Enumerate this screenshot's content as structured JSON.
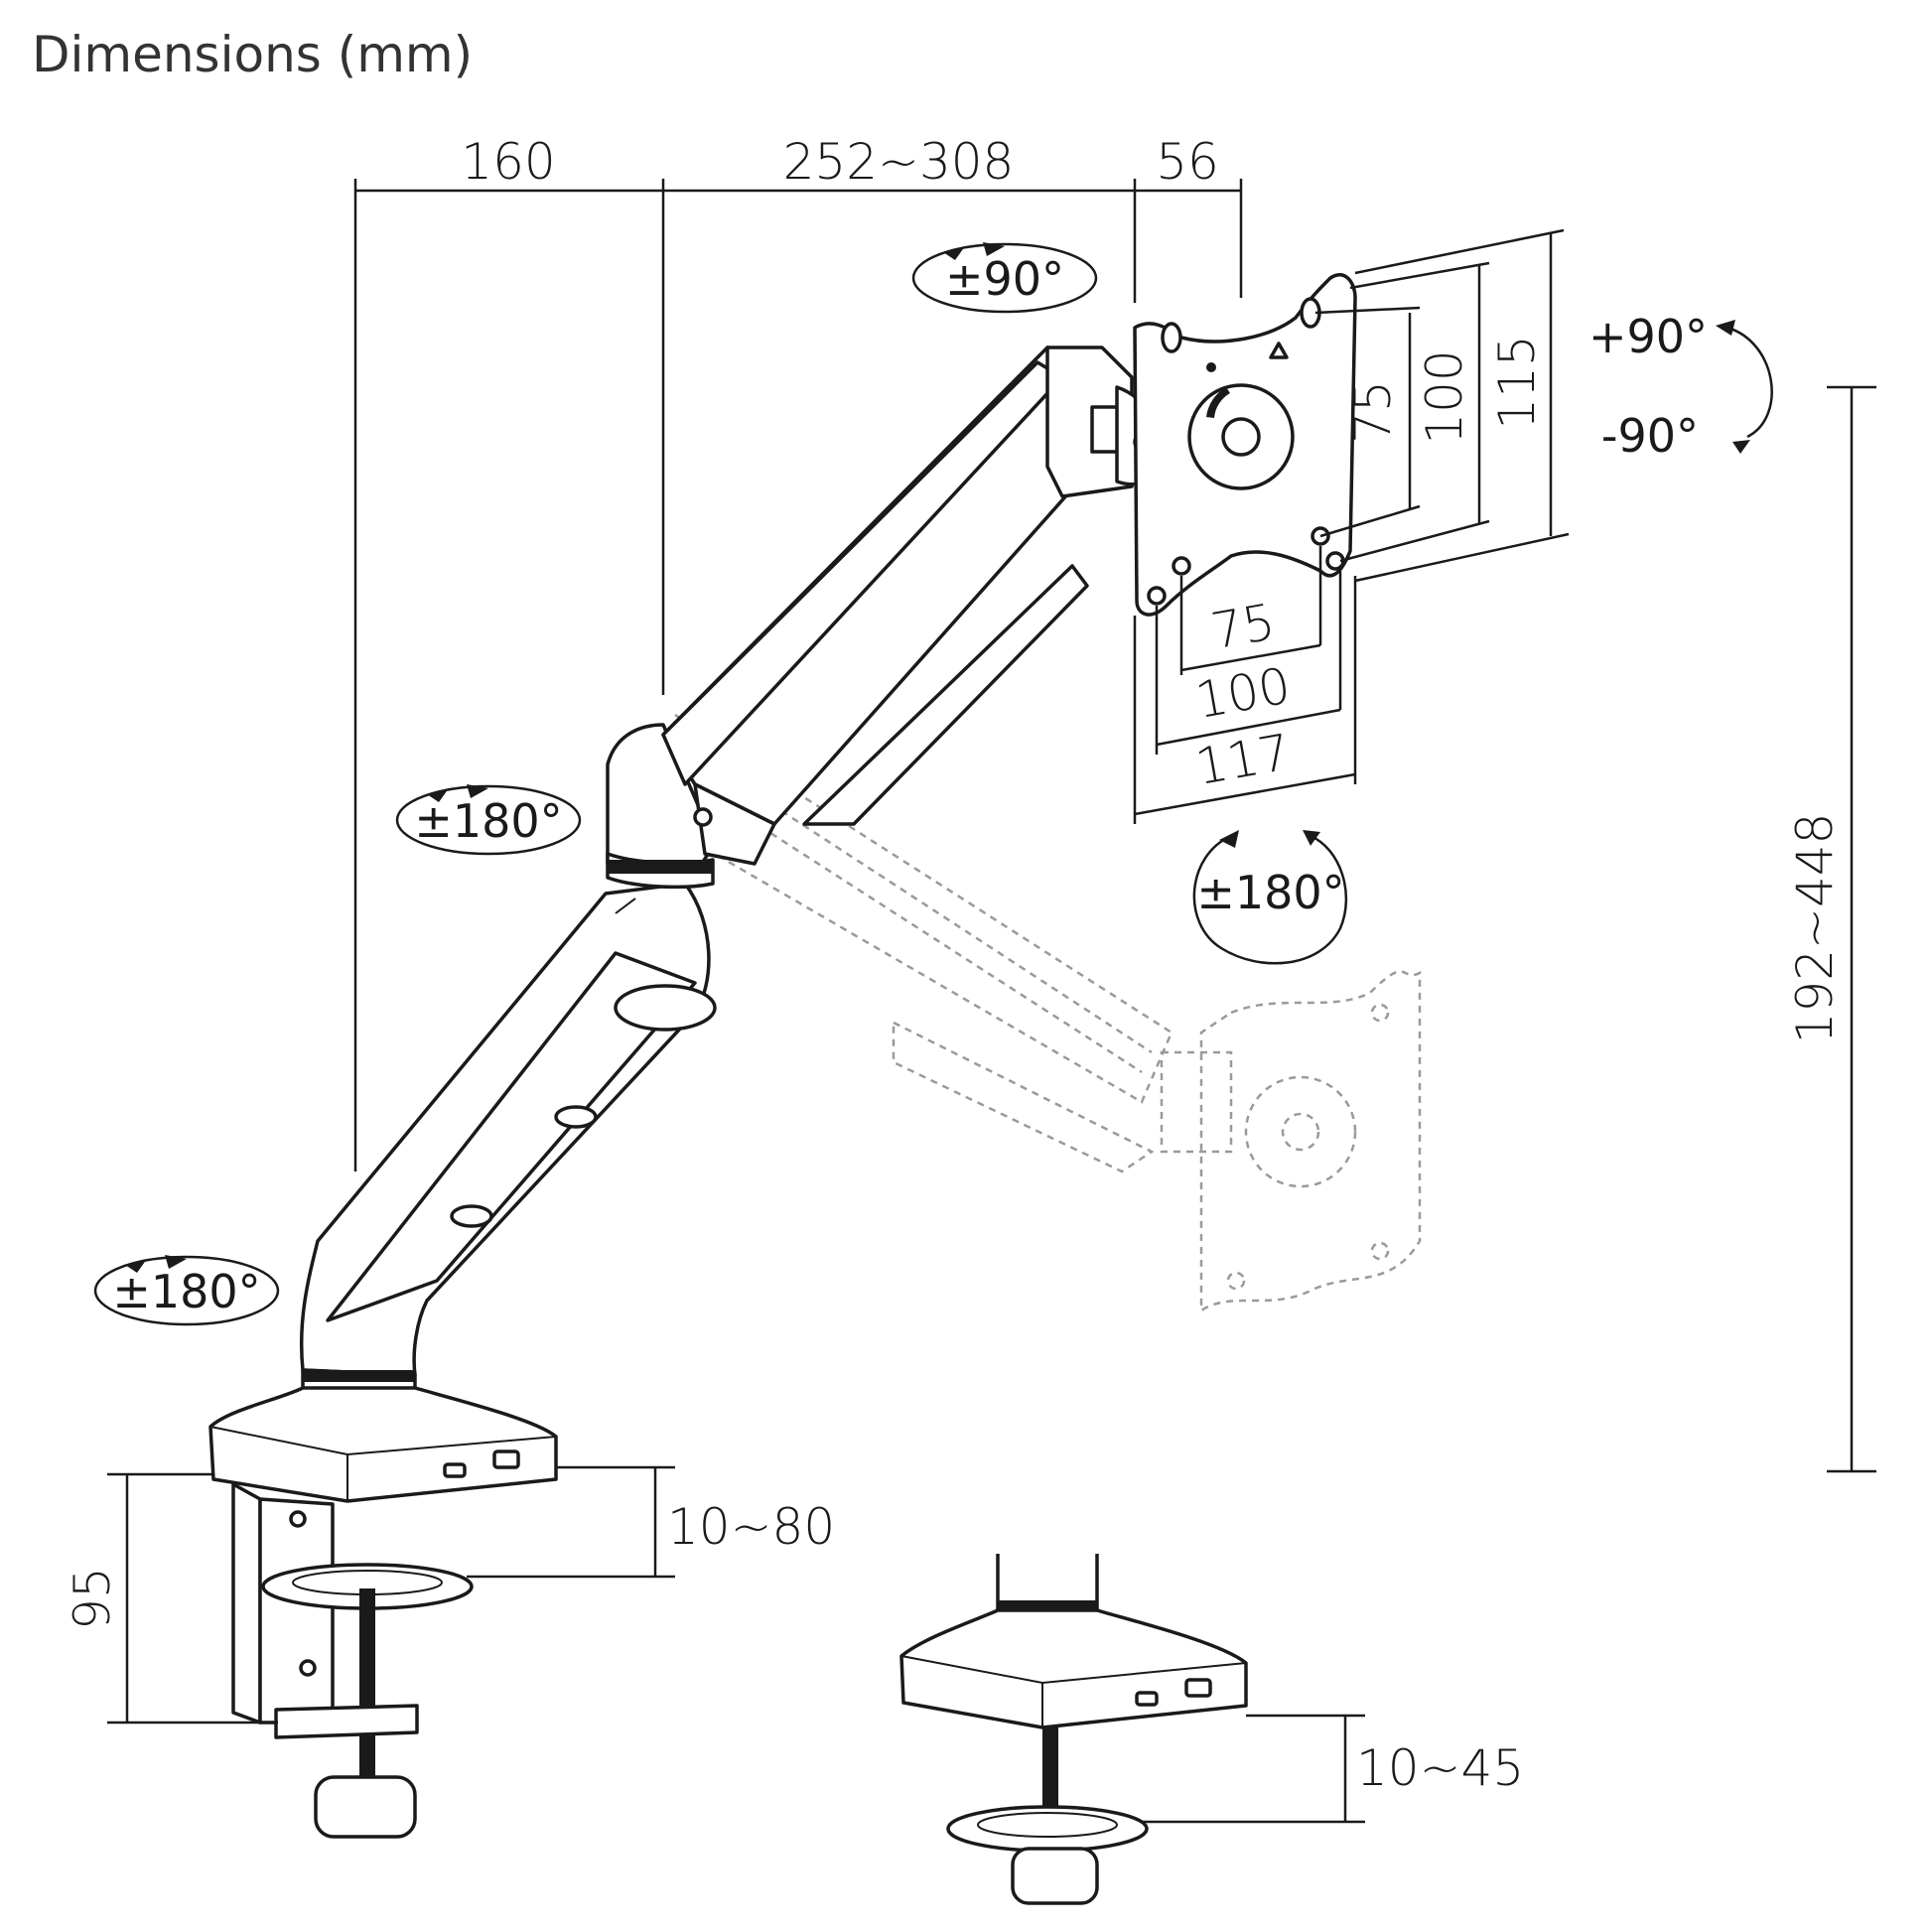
{
  "title": "Dimensions (mm)",
  "dimensions": {
    "arm1_reach": "160",
    "arm2_reach": "252~308",
    "head_depth": "56",
    "vesa_h_75": "75",
    "vesa_h_100": "100",
    "plate_h_117": "117",
    "vesa_v_75": "75",
    "vesa_v_100": "100",
    "plate_v_115": "115",
    "height_range": "192~448",
    "clamp_height": "95",
    "clamp_range": "10~80",
    "grommet_range": "10~45"
  },
  "rotations": {
    "head_tilt": "±90°",
    "elbow_swivel": "±180°",
    "base_swivel": "±180°",
    "head_swivel": "±180°",
    "rotate_plus": "+90°",
    "rotate_minus": "-90°"
  },
  "colors": {
    "line": "#1a1a1a",
    "ghost": "#9a9a9a"
  }
}
